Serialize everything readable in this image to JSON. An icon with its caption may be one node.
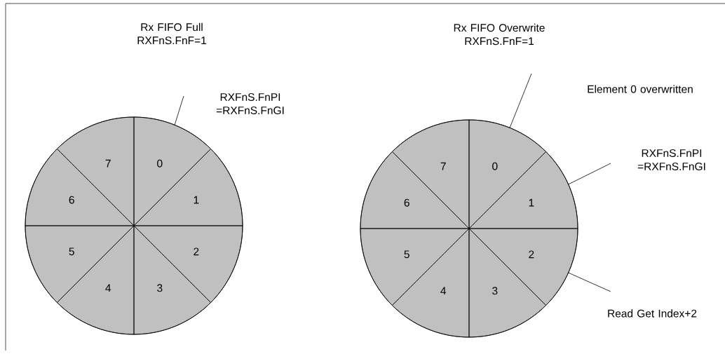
{
  "diagram": {
    "nodes": [
      {
        "text": [],
        "shape": "circle"
      },
      {
        "text": [
          "0"
        ],
        "in": 0
      },
      {
        "text": [
          "1"
        ],
        "in": 0
      },
      {
        "text": [
          "2"
        ],
        "in": 0
      },
      {
        "text": [
          "3"
        ],
        "in": 0
      },
      {
        "text": [
          "4"
        ],
        "in": 0
      },
      {
        "text": [
          "5"
        ],
        "in": 0
      },
      {
        "text": [
          "6"
        ],
        "in": 0
      },
      {
        "text": [
          "7"
        ],
        "in": 0
      },
      {
        "text": [
          "RXFnS.FnPI =RXFnS.FnGI"
        ]
      },
      {
        "text": [
          "Rx FIFO Overwrite RXFnS.FnF=1"
        ]
      },
      {
        "text": [],
        "shape": "circle"
      },
      {
        "text": [
          "0"
        ],
        "in": 11
      },
      {
        "text": [
          "1"
        ],
        "in": 11
      },
      {
        "text": [
          "2"
        ],
        "in": 11
      },
      {
        "text": [
          "3"
        ],
        "in": 11
      },
      {
        "text": [
          "4"
        ],
        "in": 11
      },
      {
        "text": [
          "5"
        ],
        "in": 11
      },
      {
        "text": [
          "6"
        ],
        "in": 11
      },
      {
        "text": [
          "7"
        ],
        "in": 11
      },
      {
        "text": [
          "RXFnS.FnPI =RXFnS.FnGI"
        ]
      },
      {
        "text": [
          "Read Get Index+2"
        ]
      }
    ],
    "edges": [
      {
        "from": 9,
        "to": 1,
        "arrow": "none"
      },
      {
        "from": 10,
        "to": 12,
        "arrow": "none"
      },
      {
        "from": 20,
        "to": 13,
        "arrow": "none"
      },
      {
        "from": 21,
        "to": 14,
        "arrow": "none"
      }
    ],
    "labels": [
      "Rx FIFO Full RXFnS.FnF=1",
      "Element 0 overwritten"
    ]
  }
}
